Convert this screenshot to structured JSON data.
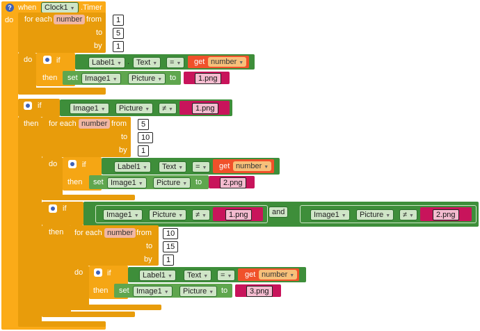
{
  "event": {
    "when": "when",
    "component": "Clock1",
    "suffix": ".Timer",
    "do": "do"
  },
  "keywords": {
    "for_each": "for each",
    "from": "from",
    "to": "to",
    "by": "by",
    "do": "do",
    "if": "if",
    "then": "then",
    "set": "set",
    "get": "get",
    "and": "and",
    "eq": "=",
    "neq": "≠",
    "set_to": "to",
    "dot": "."
  },
  "var": "number",
  "components": {
    "label": "Label1",
    "image": "Image1"
  },
  "props": {
    "text": "Text",
    "picture": "Picture"
  },
  "loops": [
    {
      "from": "1",
      "to": "5",
      "by": "1"
    },
    {
      "from": "5",
      "to": "10",
      "by": "1"
    },
    {
      "from": "10",
      "to": "15",
      "by": "1"
    }
  ],
  "strings": {
    "p1": "1.png",
    "p2": "2.png",
    "p3": "3.png"
  },
  "colors": {
    "event": "#fbab18",
    "control": "#e89c0b",
    "logic": "#3e8e3a",
    "component": "#5fa64e",
    "text": "#c8145b",
    "math": "#3c53a8"
  }
}
